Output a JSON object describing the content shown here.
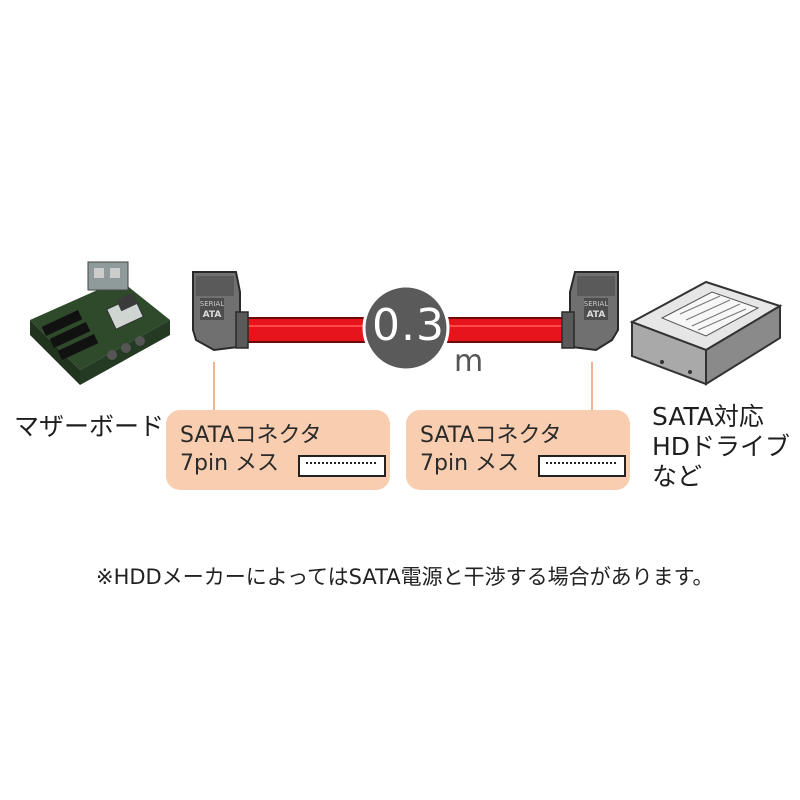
{
  "motherboard_label": "マザーボード",
  "hdd_label": [
    "SATA対応",
    "HDドライブ",
    "など"
  ],
  "cable": {
    "length_value": "0.3",
    "length_unit": "m",
    "color": "#e8141c"
  },
  "connectors": [
    {
      "lines": [
        "SATAコネクタ",
        "7pin メス"
      ]
    },
    {
      "lines": [
        "SATAコネクタ",
        "7pin メス"
      ]
    }
  ],
  "connector_logo": [
    "SERIAL",
    "ATA"
  ],
  "note": "※HDDメーカーによってはSATA電源と干渉する場合があります。",
  "colors": {
    "callout_bg": "#f8cdb0",
    "badge_bg": "#5a5a5a",
    "connector_gray": "#6f6f6f"
  }
}
